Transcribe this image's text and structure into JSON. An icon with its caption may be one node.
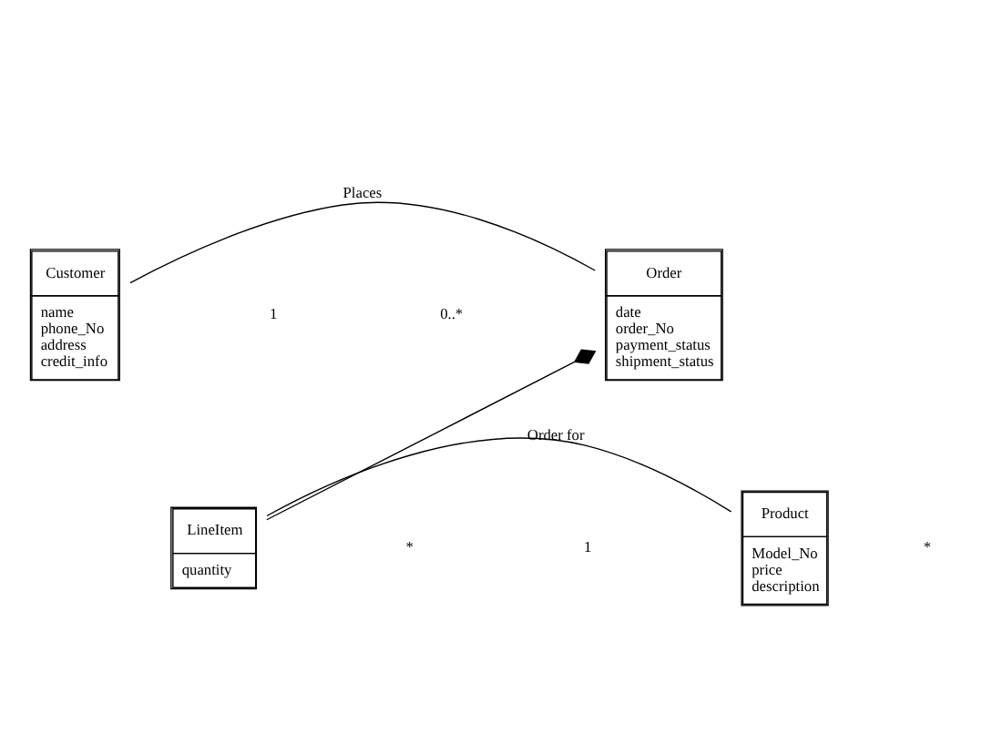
{
  "diagram": {
    "nodes": [
      {
        "text": [
          "Customer",
          "name",
          "phone_No",
          "address",
          "credit_info"
        ]
      },
      {
        "text": [
          "Order",
          "date",
          "order_No",
          "payment_status",
          "shipment_status"
        ]
      },
      {
        "text": [
          "LineItem",
          "quantity"
        ]
      },
      {
        "text": [
          "Product",
          "Model_No",
          "price",
          "description"
        ]
      }
    ],
    "edges": [
      {
        "from": 0,
        "to": 1,
        "arrow": "none",
        "label": "Places"
      },
      {
        "from": 1,
        "to": 2,
        "arrow": "other"
      },
      {
        "from": 2,
        "to": 3,
        "arrow": "none",
        "label": "Order for"
      }
    ],
    "labels": [
      "1",
      "0..*",
      "*",
      "*",
      "1"
    ]
  }
}
